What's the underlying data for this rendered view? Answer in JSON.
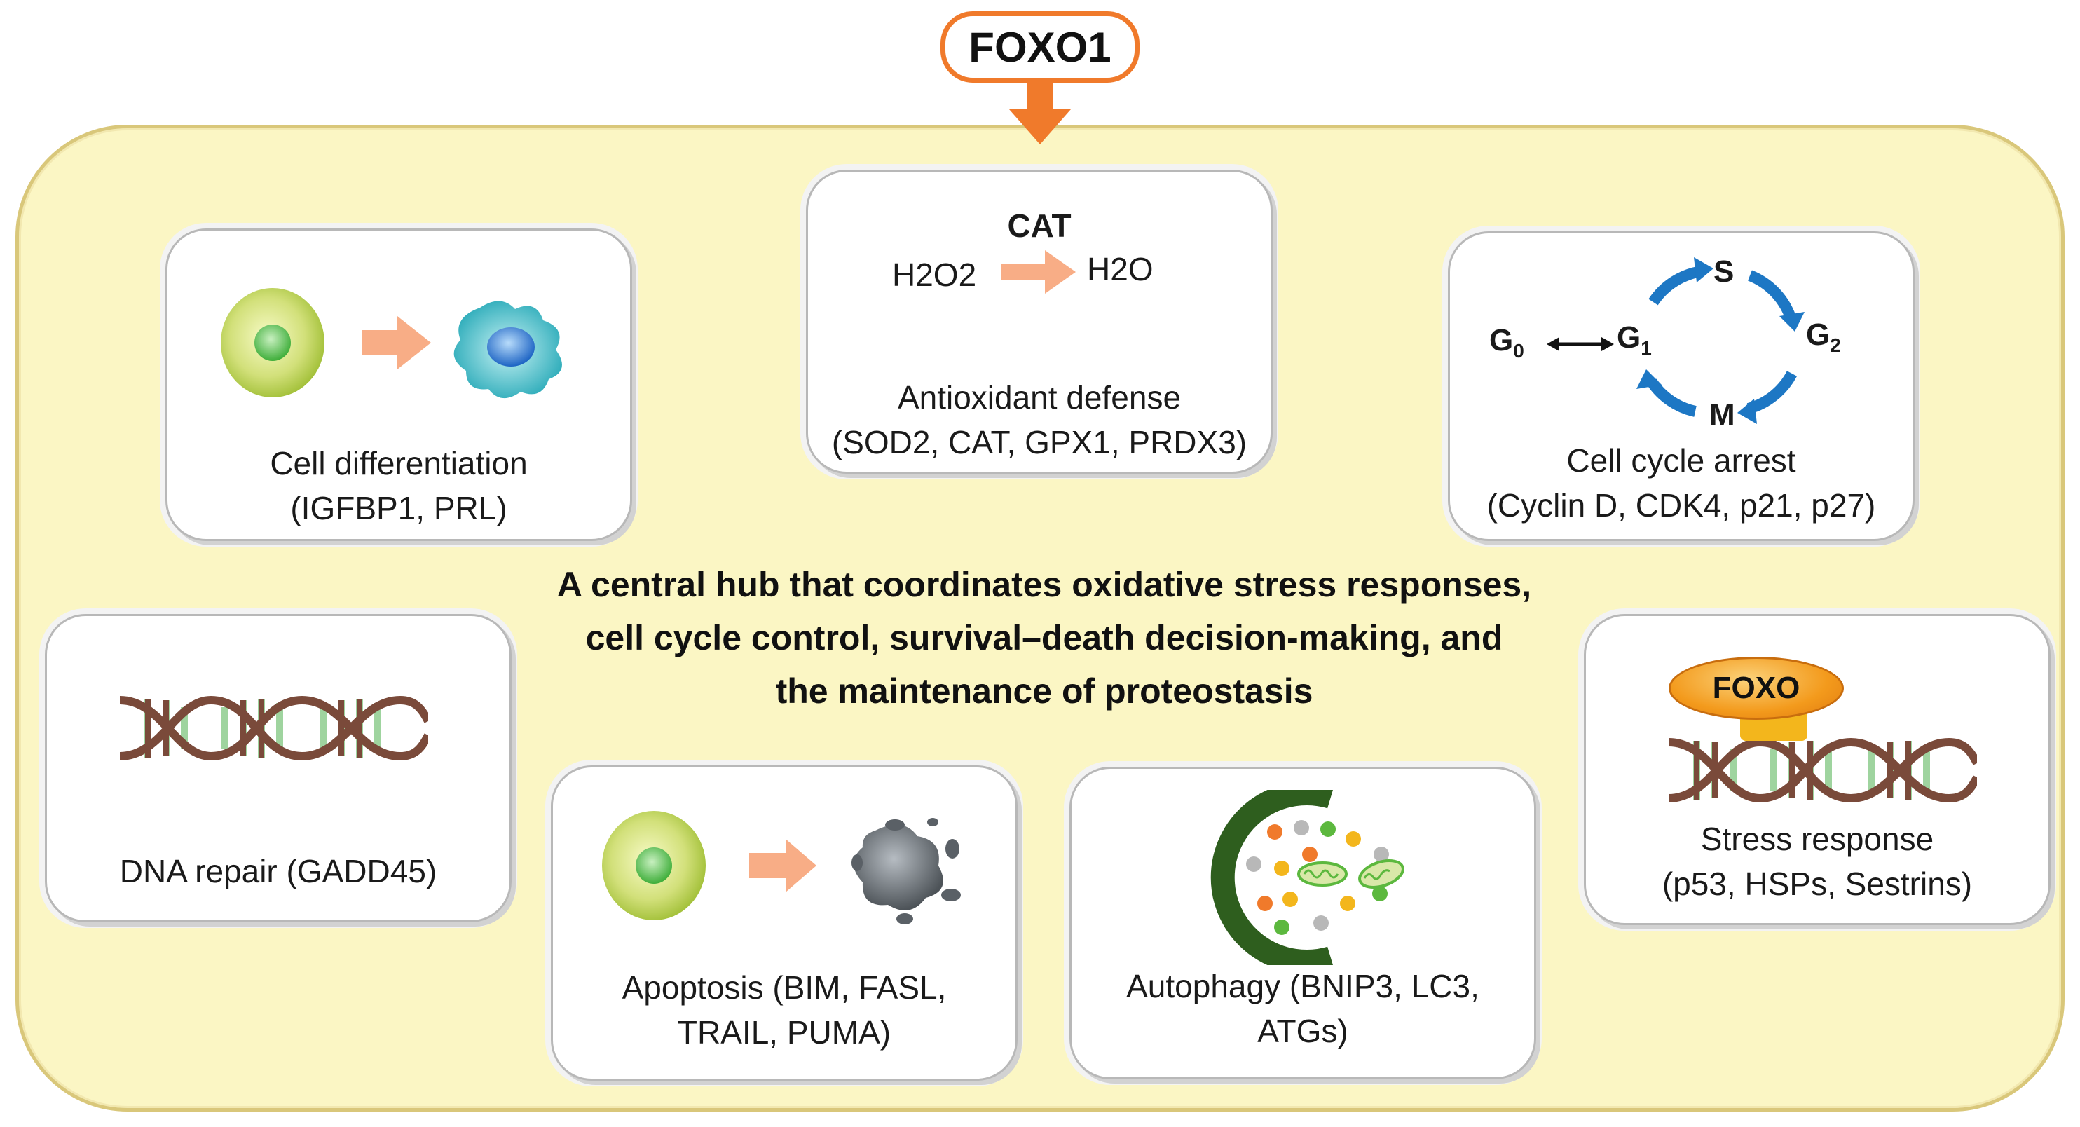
{
  "title": "FOXO1",
  "central_text": [
    "A central hub that coordinates oxidative stress responses,",
    "cell cycle control, survival–death decision-making, and",
    "the maintenance of proteostasis"
  ],
  "cards": {
    "differentiation": {
      "line1": "Cell differentiation",
      "line2": "(IGFBP1, PRL)"
    },
    "antioxidant": {
      "enzyme": "CAT",
      "substrate": "H2O2",
      "product": "H2O",
      "line1": "Antioxidant defense",
      "line2": "(SOD2, CAT, GPX1, PRDX3)"
    },
    "cell_cycle": {
      "phases": {
        "g0": "G",
        "g0_sub": "0",
        "g1": "G",
        "g1_sub": "1",
        "s": "S",
        "g2": "G",
        "g2_sub": "2",
        "m": "M"
      },
      "line1": "Cell cycle arrest",
      "line2": "(Cyclin D, CDK4, p21, p27)"
    },
    "dna_repair": {
      "line1": "DNA repair (GADD45)"
    },
    "apoptosis": {
      "line1": "Apoptosis (BIM, FASL,",
      "line2": "TRAIL, PUMA)"
    },
    "autophagy": {
      "line1": "Autophagy (BNIP3, LC3,",
      "line2": "ATGs)"
    },
    "stress": {
      "foxo_label": "FOXO",
      "line1": "Stress response",
      "line2": "(p53, HSPs, Sestrins)"
    }
  },
  "colors": {
    "hub_fill": "#fbf6c4",
    "hub_border": "#d9c77a",
    "foxo1_border": "#f07a2b",
    "arrow_orange": "#f07a2b",
    "soft_arrow": "#f8ad86",
    "cycle_blue": "#1d77c4",
    "dna_brown": "#7a4a3a",
    "dna_rung": "#9fd49f",
    "foxo_oval": "#f39a1c",
    "foxo_block": "#f3b61c",
    "autophagy_green": "#2e5e1e"
  },
  "icons": [
    "green-cell-icon",
    "differentiated-cell-icon",
    "dna-helix-icon",
    "apoptotic-cell-icon",
    "autophagosome-icon",
    "mitochondrion-icon",
    "cell-cycle-icon"
  ]
}
